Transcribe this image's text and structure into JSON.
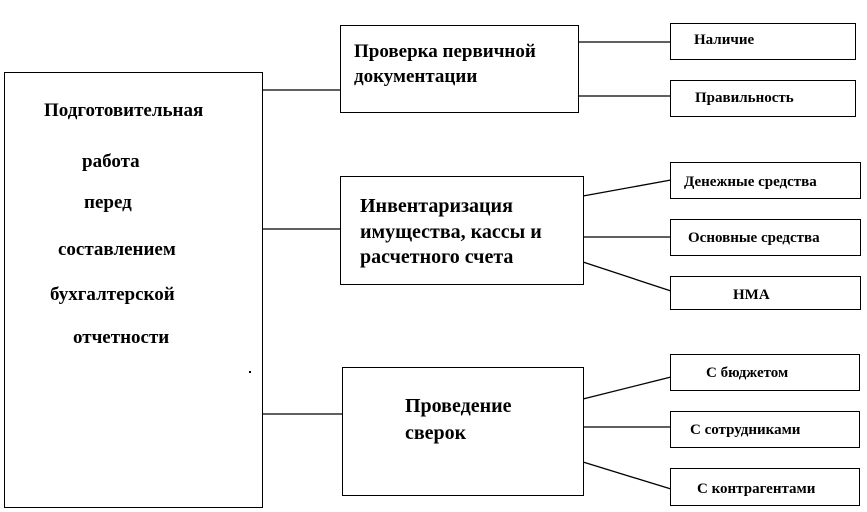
{
  "root": {
    "lines": [
      "Подготовительная",
      "работа",
      "перед",
      "составлением",
      "бухгалтерской",
      "отчетности"
    ]
  },
  "groups": [
    {
      "lines": [
        "Проверка первичной",
        "документации"
      ],
      "items": [
        "Наличие",
        "Правильность"
      ]
    },
    {
      "lines": [
        "Инвентаризация",
        "имущества, кассы и",
        "расчетного счета"
      ],
      "items": [
        "Денежные средства",
        "Основные средства",
        "НМА"
      ]
    },
    {
      "lines": [
        "Проведение",
        "сверок"
      ],
      "items": [
        "С бюджетом",
        "С сотрудниками",
        "С контрагентами"
      ]
    }
  ]
}
